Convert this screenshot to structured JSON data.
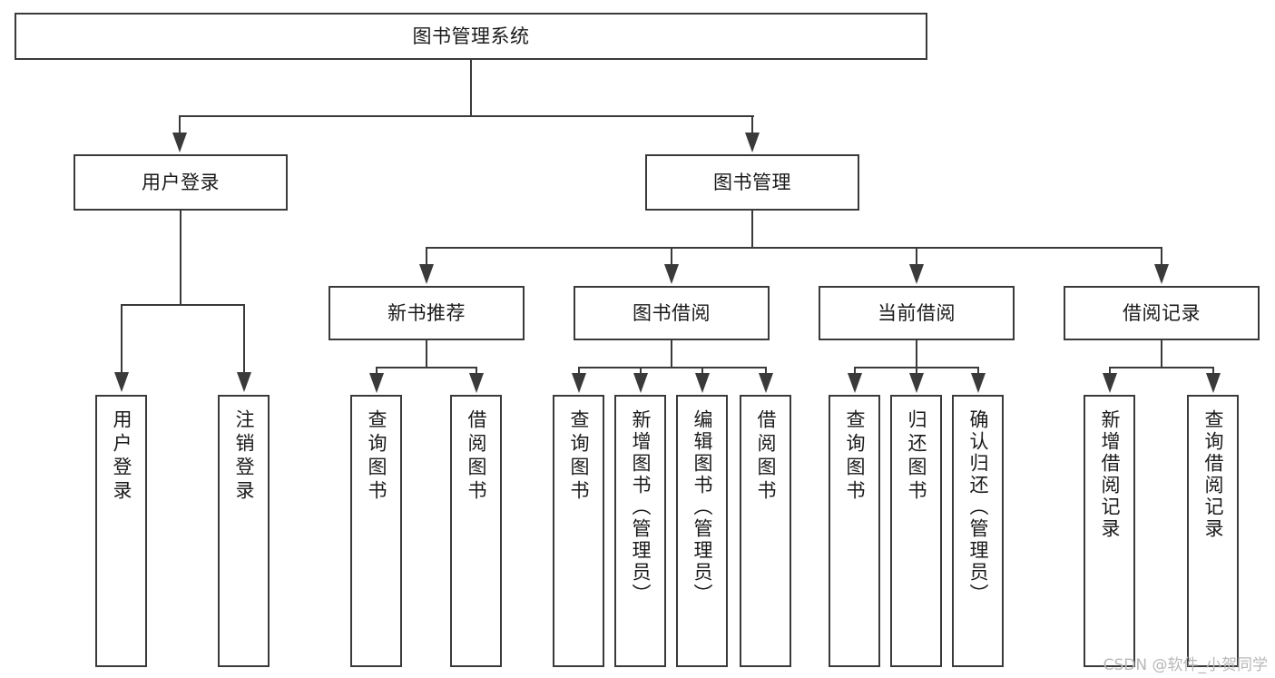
{
  "diagram": {
    "title": "图书管理系统",
    "type": "tree",
    "root": {
      "id": "root",
      "label": "图书管理系统"
    },
    "level1": [
      {
        "id": "user-login",
        "label": "用户登录"
      },
      {
        "id": "book-manage",
        "label": "图书管理"
      }
    ],
    "level2": [
      {
        "id": "new-book-recommend",
        "label": "新书推荐",
        "parent": "book-manage"
      },
      {
        "id": "book-borrow",
        "label": "图书借阅",
        "parent": "book-manage"
      },
      {
        "id": "current-borrow",
        "label": "当前借阅",
        "parent": "book-manage"
      },
      {
        "id": "borrow-record",
        "label": "借阅记录",
        "parent": "book-manage"
      }
    ],
    "leaves": [
      {
        "id": "leaf-user-login",
        "label": "用户登录",
        "parent": "user-login"
      },
      {
        "id": "leaf-logout-login",
        "label": "注销登录",
        "parent": "user-login"
      },
      {
        "id": "leaf-query-book-1",
        "label": "查询图书",
        "parent": "new-book-recommend"
      },
      {
        "id": "leaf-borrow-book-1",
        "label": "借阅图书",
        "parent": "new-book-recommend"
      },
      {
        "id": "leaf-query-book-2",
        "label": "查询图书",
        "parent": "book-borrow"
      },
      {
        "id": "leaf-add-book",
        "label": "新增图书（管理员）",
        "parent": "book-borrow"
      },
      {
        "id": "leaf-edit-book",
        "label": "编辑图书（管理员）",
        "parent": "book-borrow"
      },
      {
        "id": "leaf-borrow-book-2",
        "label": "借阅图书",
        "parent": "book-borrow"
      },
      {
        "id": "leaf-query-book-3",
        "label": "查询图书",
        "parent": "current-borrow"
      },
      {
        "id": "leaf-return-book",
        "label": "归还图书",
        "parent": "current-borrow"
      },
      {
        "id": "leaf-confirm-return",
        "label": "确认归还（管理员）",
        "parent": "current-borrow"
      },
      {
        "id": "leaf-add-record",
        "label": "新增借阅记录",
        "parent": "borrow-record"
      },
      {
        "id": "leaf-query-record",
        "label": "查询借阅记录",
        "parent": "borrow-record"
      }
    ]
  },
  "watermark": {
    "text": "CSDN @软件_小贺同学"
  },
  "colors": {
    "stroke": "#3a3a3a",
    "box_fill": "#ffffff",
    "text": "#1a1a1a",
    "watermark": "#b8b8b8",
    "background": "#ffffff"
  }
}
